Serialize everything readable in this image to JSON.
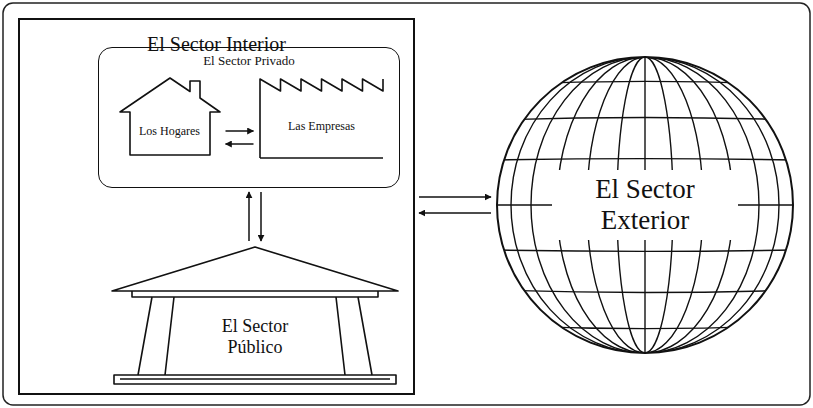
{
  "diagram": {
    "nodes": [
      {
        "text": [
          "El Sector Interior"
        ]
      },
      {
        "text": [
          "El Sector Privado"
        ],
        "in": 0
      },
      {
        "text": [
          "Los Hogares"
        ],
        "in": 1
      },
      {
        "text": [
          "Las Empresas"
        ],
        "in": 1
      },
      {
        "text": [
          "El Sector Público"
        ],
        "in": 0
      },
      {
        "text": [
          "El Sector Exterior"
        ]
      }
    ],
    "edges": [
      {
        "from": 2,
        "to": 3,
        "arrow": "to"
      },
      {
        "from": 3,
        "to": 2,
        "arrow": "to"
      },
      {
        "from": 4,
        "to": 1,
        "arrow": "to"
      },
      {
        "from": 1,
        "to": 4,
        "arrow": "to"
      },
      {
        "from": 0,
        "to": 5,
        "arrow": "to"
      },
      {
        "from": 5,
        "to": 0,
        "arrow": "to"
      }
    ]
  }
}
